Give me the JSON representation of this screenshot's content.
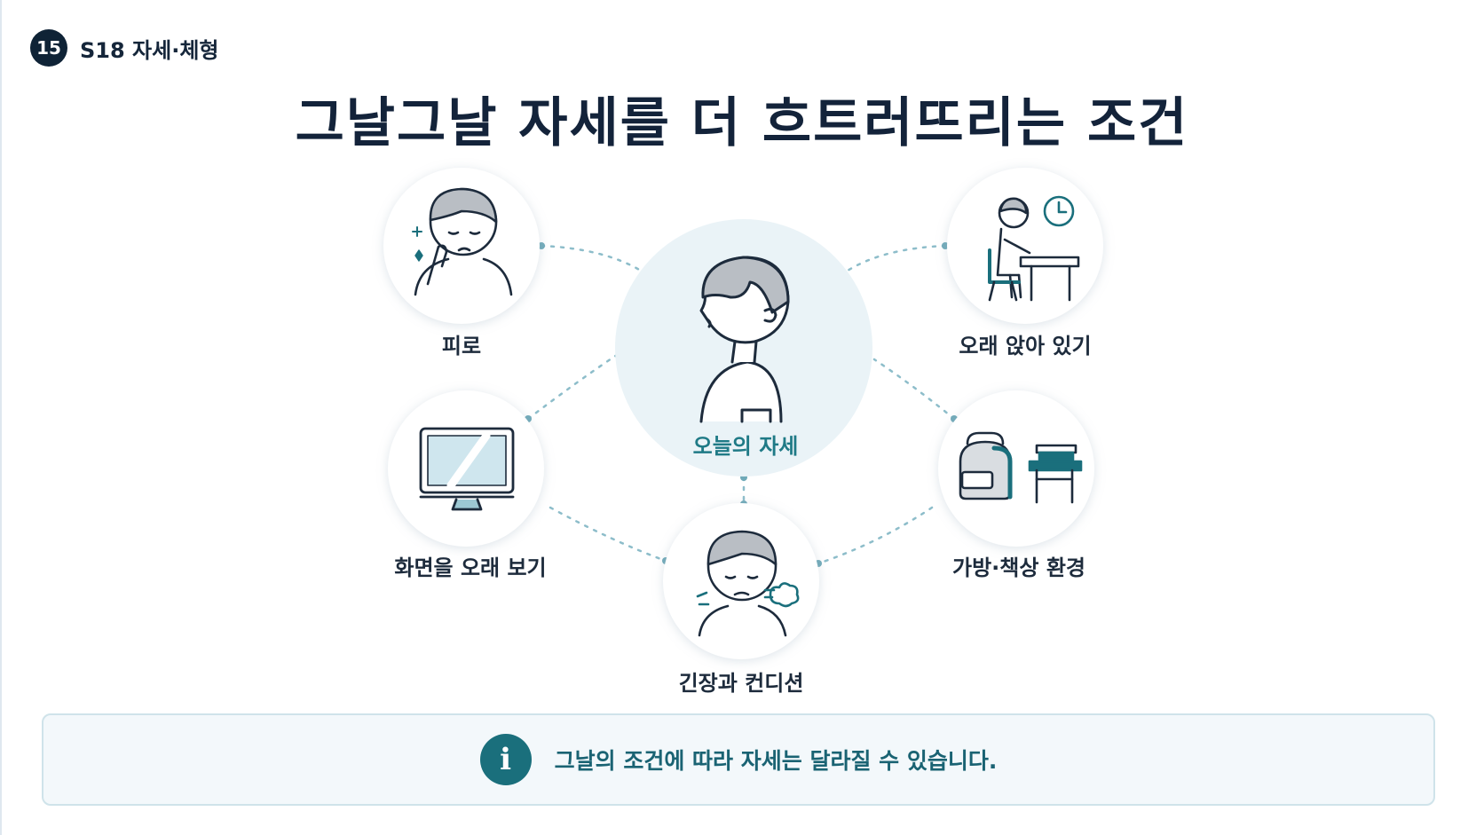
{
  "header": {
    "number": "15",
    "label": "S18 자세·체형"
  },
  "title": "그날그날 자세를 더 흐트러뜨리는 조건",
  "center": {
    "label": "오늘의 자세",
    "icon": "child-profile-icon"
  },
  "nodes": [
    {
      "id": "fatigue",
      "label": "피로",
      "icon": "tired-child-icon"
    },
    {
      "id": "sitting",
      "label": "오래 앉아 있기",
      "icon": "sitting-at-desk-clock-icon"
    },
    {
      "id": "screen",
      "label": "화면을 오래 보기",
      "icon": "monitor-icon"
    },
    {
      "id": "bag-desk",
      "label": "가방·책상 환경",
      "icon": "backpack-desk-icon"
    },
    {
      "id": "tension",
      "label": "긴장과 컨디션",
      "icon": "tense-child-icon"
    }
  ],
  "note": {
    "icon": "info-icon",
    "text": "그날의 조건에 따라 자세는 달라질 수 있습니다."
  },
  "colors": {
    "accent": "#1a6f7c",
    "dark": "#0f2336",
    "dots": "#7fb3c0",
    "centerFill": "#eaf3f7"
  }
}
